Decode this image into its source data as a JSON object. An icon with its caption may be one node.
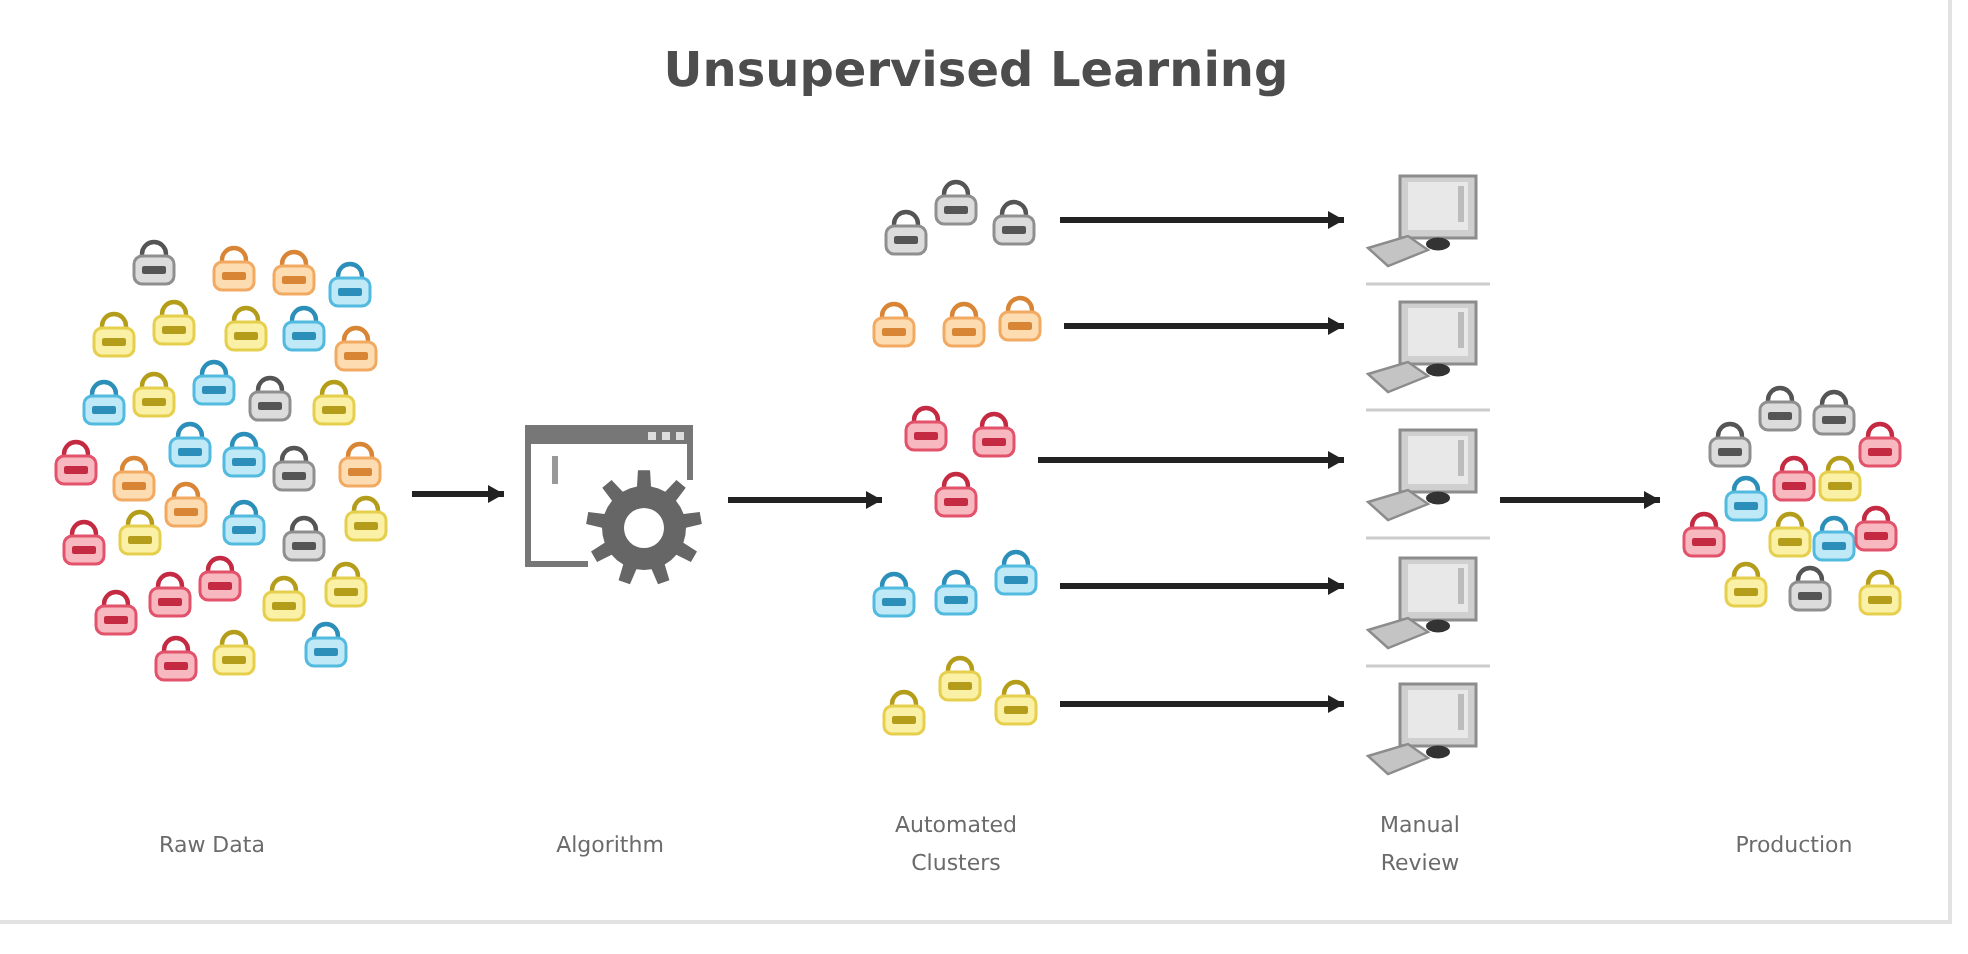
{
  "diagram": {
    "title": "Unsupervised Learning",
    "nodes": [
      {
        "text": [],
        "shape": "picture"
      },
      {
        "text": [],
        "shape": "picture"
      },
      {
        "text": [],
        "shape": "picture"
      },
      {
        "text": [],
        "shape": "picture"
      },
      {
        "text": [],
        "shape": "picture"
      },
      {
        "text": [],
        "shape": "picture"
      },
      {
        "text": [],
        "shape": "picture"
      },
      {
        "text": [],
        "shape": "picture"
      },
      {
        "text": [],
        "shape": "picture"
      },
      {
        "text": [],
        "shape": "picture"
      },
      {
        "text": [],
        "shape": "picture"
      },
      {
        "text": [],
        "shape": "picture"
      },
      {
        "text": [],
        "shape": "picture"
      }
    ],
    "edges": [
      {
        "from": 0,
        "to": 1,
        "arrow": "to"
      },
      {
        "from": 1,
        "to": 4,
        "arrow": "to"
      },
      {
        "from": 2,
        "to": 7,
        "arrow": "to"
      },
      {
        "from": 3,
        "to": 8,
        "arrow": "to"
      },
      {
        "from": 4,
        "to": 9,
        "arrow": "to"
      },
      {
        "from": 5,
        "to": 10,
        "arrow": "to"
      },
      {
        "from": 6,
        "to": 11,
        "arrow": "to"
      },
      {
        "from": 9,
        "to": 12,
        "arrow": "to"
      }
    ],
    "labels": [
      "Raw Data",
      "Algorithm",
      "Automated Clusters",
      "Manual Review",
      "Production"
    ]
  }
}
